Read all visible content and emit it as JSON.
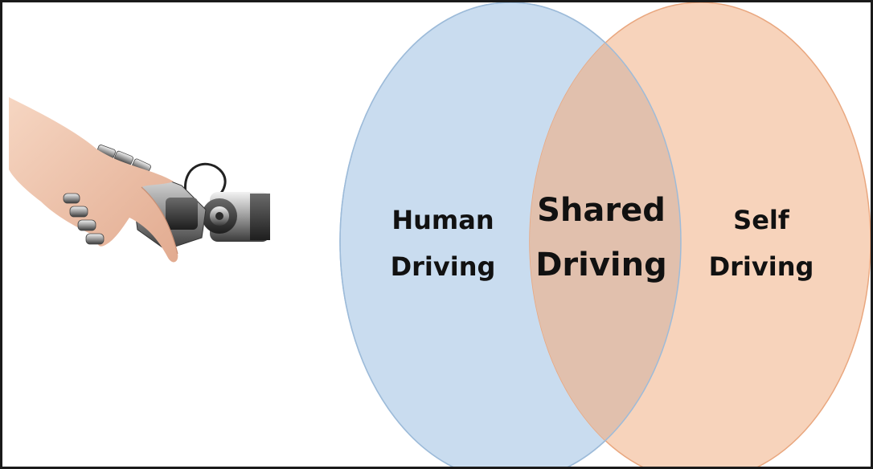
{
  "diagram": {
    "type": "venn",
    "sets": [
      {
        "id": "human",
        "label_lines": [
          "Human",
          "Driving"
        ],
        "fill": "#c9dcef",
        "stroke": "#9dbbd9"
      },
      {
        "id": "self",
        "label_lines": [
          "Self",
          "Driving"
        ],
        "fill": "#f7d3bb",
        "stroke": "#e9a77f"
      }
    ],
    "intersection": {
      "label_lines": [
        "Shared",
        "Driving"
      ],
      "fill": "#e1c0ad"
    }
  },
  "illustration": {
    "icon": "human-robot-handshake-icon"
  }
}
